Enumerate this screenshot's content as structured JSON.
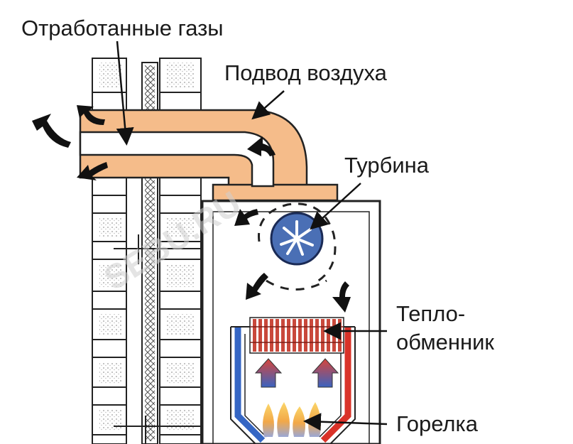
{
  "labels": {
    "exhaust_gases": "Отработанные газы",
    "air_supply": "Подвод воздуха",
    "turbine": "Турбина",
    "heat_exchanger_line1": "Тепло-",
    "heat_exchanger_line2": "обменник",
    "burner": "Горелка"
  },
  "watermark": "SEBU.RU",
  "colors": {
    "air_pipe": "#f5bc8a",
    "air_pipe_border": "#222222",
    "exhaust_pipe": "#ffffff",
    "turbine_fill": "#4a6fb5",
    "heat_exchanger": "#c9483b",
    "cold_channel": "#3566c4",
    "hot_channel": "#d93228",
    "flame": "#f7c255",
    "brick": "#ffffff",
    "insulation": "#e6e0d3"
  },
  "icons": [
    "airflow-arrow-icon",
    "turbine-fan-icon",
    "flame-icon",
    "heat-rise-arrow-icon"
  ]
}
